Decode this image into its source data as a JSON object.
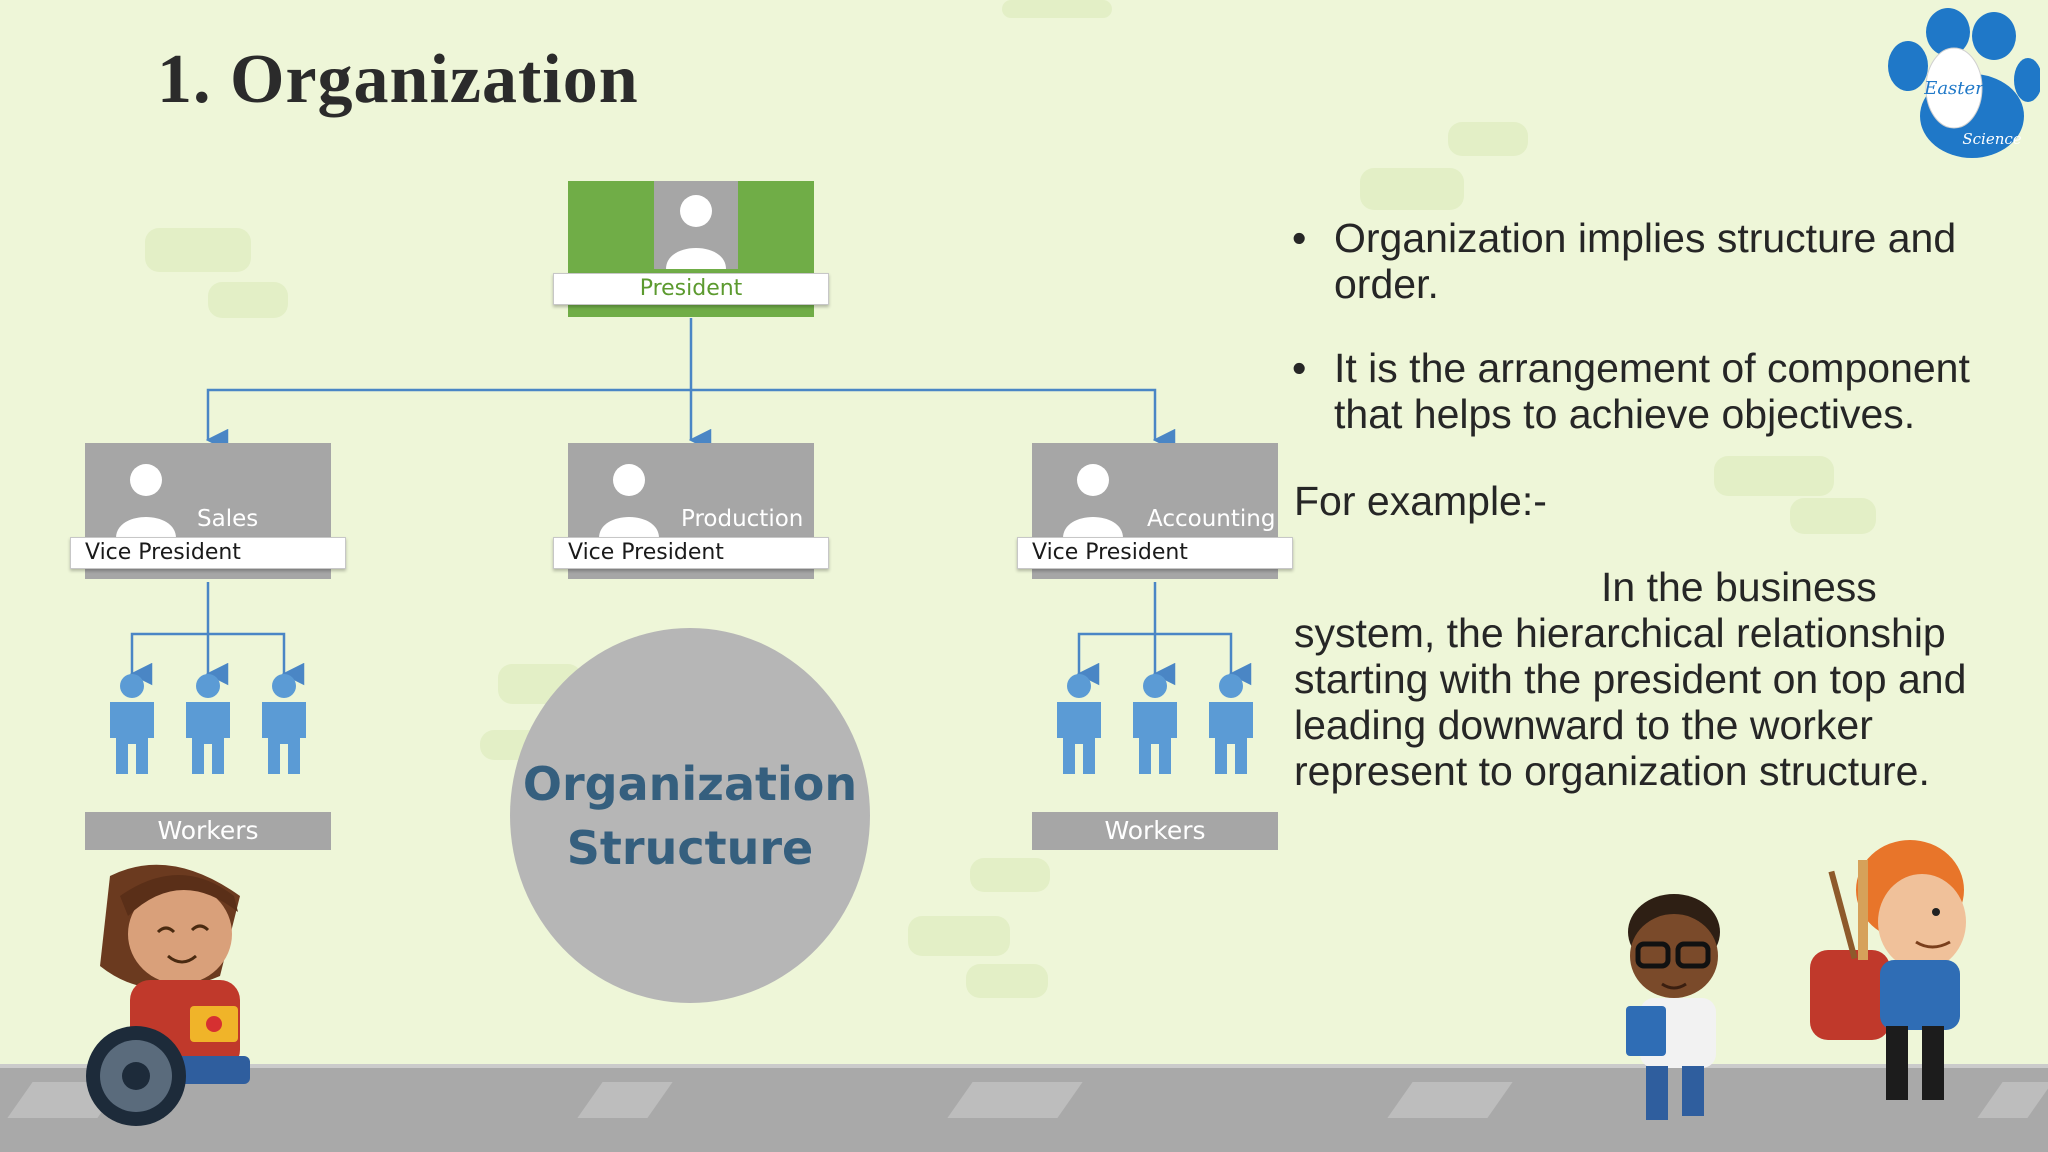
{
  "slide": {
    "title": "1. Organization"
  },
  "logo": {
    "line1": "Easter",
    "line2": "Science",
    "icon": "paw-print-icon"
  },
  "org_chart": {
    "president": {
      "label": "President",
      "icon": "person-silhouette-icon"
    },
    "vice_presidents": [
      {
        "name": "Sales",
        "label": "Vice President",
        "icon": "person-silhouette-icon"
      },
      {
        "name": "Production",
        "label": "Vice President",
        "icon": "person-silhouette-icon"
      },
      {
        "name": "Accounting",
        "label": "Vice President",
        "icon": "person-silhouette-icon"
      }
    ],
    "workers_groups": [
      {
        "label": "Workers",
        "icon": "worker-figure-icon"
      },
      {
        "label": "Workers",
        "icon": "worker-figure-icon"
      }
    ],
    "center_circle": {
      "line1": "Organization",
      "line2": "Structure"
    }
  },
  "text": {
    "bullets": [
      "Organization implies structure and order.",
      "It is the arrangement of component that helps to achieve objectives."
    ],
    "bullet_symbol": "•",
    "example_heading": "For example:-",
    "paragraph": "In the business system, the hierarchical relationship starting with the president on top and leading downward to the worker represent to organization structure."
  },
  "colors": {
    "background": "#eef6d8",
    "president_box": "#70ad47",
    "gray_box": "#a6a6a6",
    "connector": "#4a86c5",
    "worker_figure": "#5b9bd5",
    "circle_text": "#355f7e"
  }
}
